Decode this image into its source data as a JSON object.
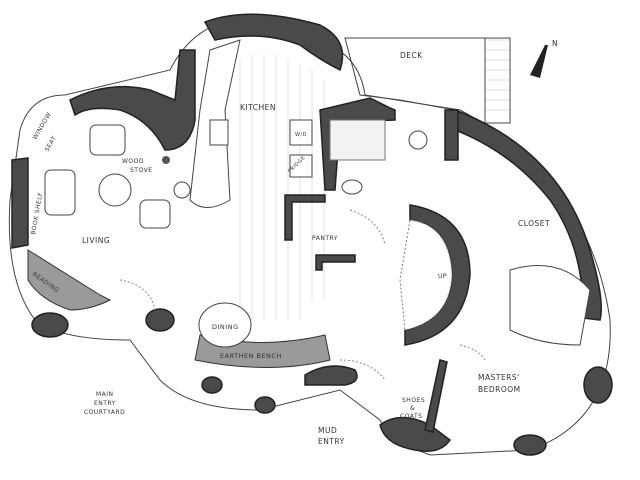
{
  "title": "Floor plan sketch",
  "compass": {
    "label": "N"
  },
  "rooms": {
    "deck": "DECK",
    "kitchen": "KITCHEN",
    "window_seat_1": "WINDOW",
    "window_seat_2": "SEAT",
    "wood_stove_1": "WOOD",
    "wood_stove_2": "STOVE",
    "book_shelf": "BOOK SHELF",
    "living": "LIVING",
    "reading": "READING",
    "dining": "DINING",
    "earthen_bench": "EARTHEN BENCH",
    "pantry": "PANTRY",
    "fridge": "FRIDGE",
    "washer_dryer": "W/D",
    "closet": "CLOSET",
    "stairs_up": "UP",
    "bedroom_1": "MASTERS'",
    "bedroom_2": "BEDROOM",
    "shoes_1": "SHOES",
    "shoes_2": "&",
    "shoes_3": "COATS",
    "mud_1": "MUD",
    "mud_2": "ENTRY",
    "entry_1": "MAIN",
    "entry_2": "ENTRY",
    "entry_3": "COURTYARD"
  }
}
